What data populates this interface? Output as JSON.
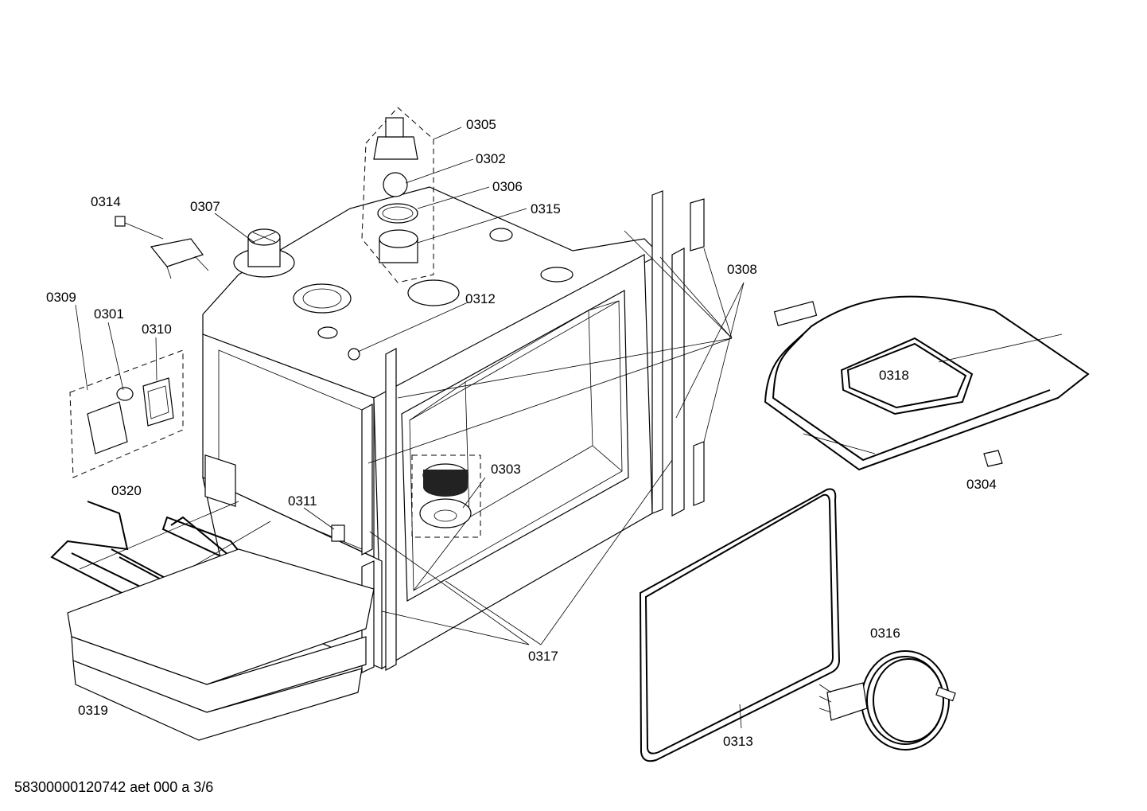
{
  "diagram": {
    "part_labels": {
      "p0301": "0301",
      "p0302": "0302",
      "p0303": "0303",
      "p0304": "0304",
      "p0305": "0305",
      "p0306": "0306",
      "p0307": "0307",
      "p0308": "0308",
      "p0309": "0309",
      "p0310": "0310",
      "p0311": "0311",
      "p0312": "0312",
      "p0313": "0313",
      "p0314": "0314",
      "p0315": "0315",
      "p0316": "0316",
      "p0317": "0317",
      "p0318": "0318",
      "p0319": "0319",
      "p0320": "0320"
    },
    "footer": "58300000120742 aet 000 a 3/6"
  }
}
